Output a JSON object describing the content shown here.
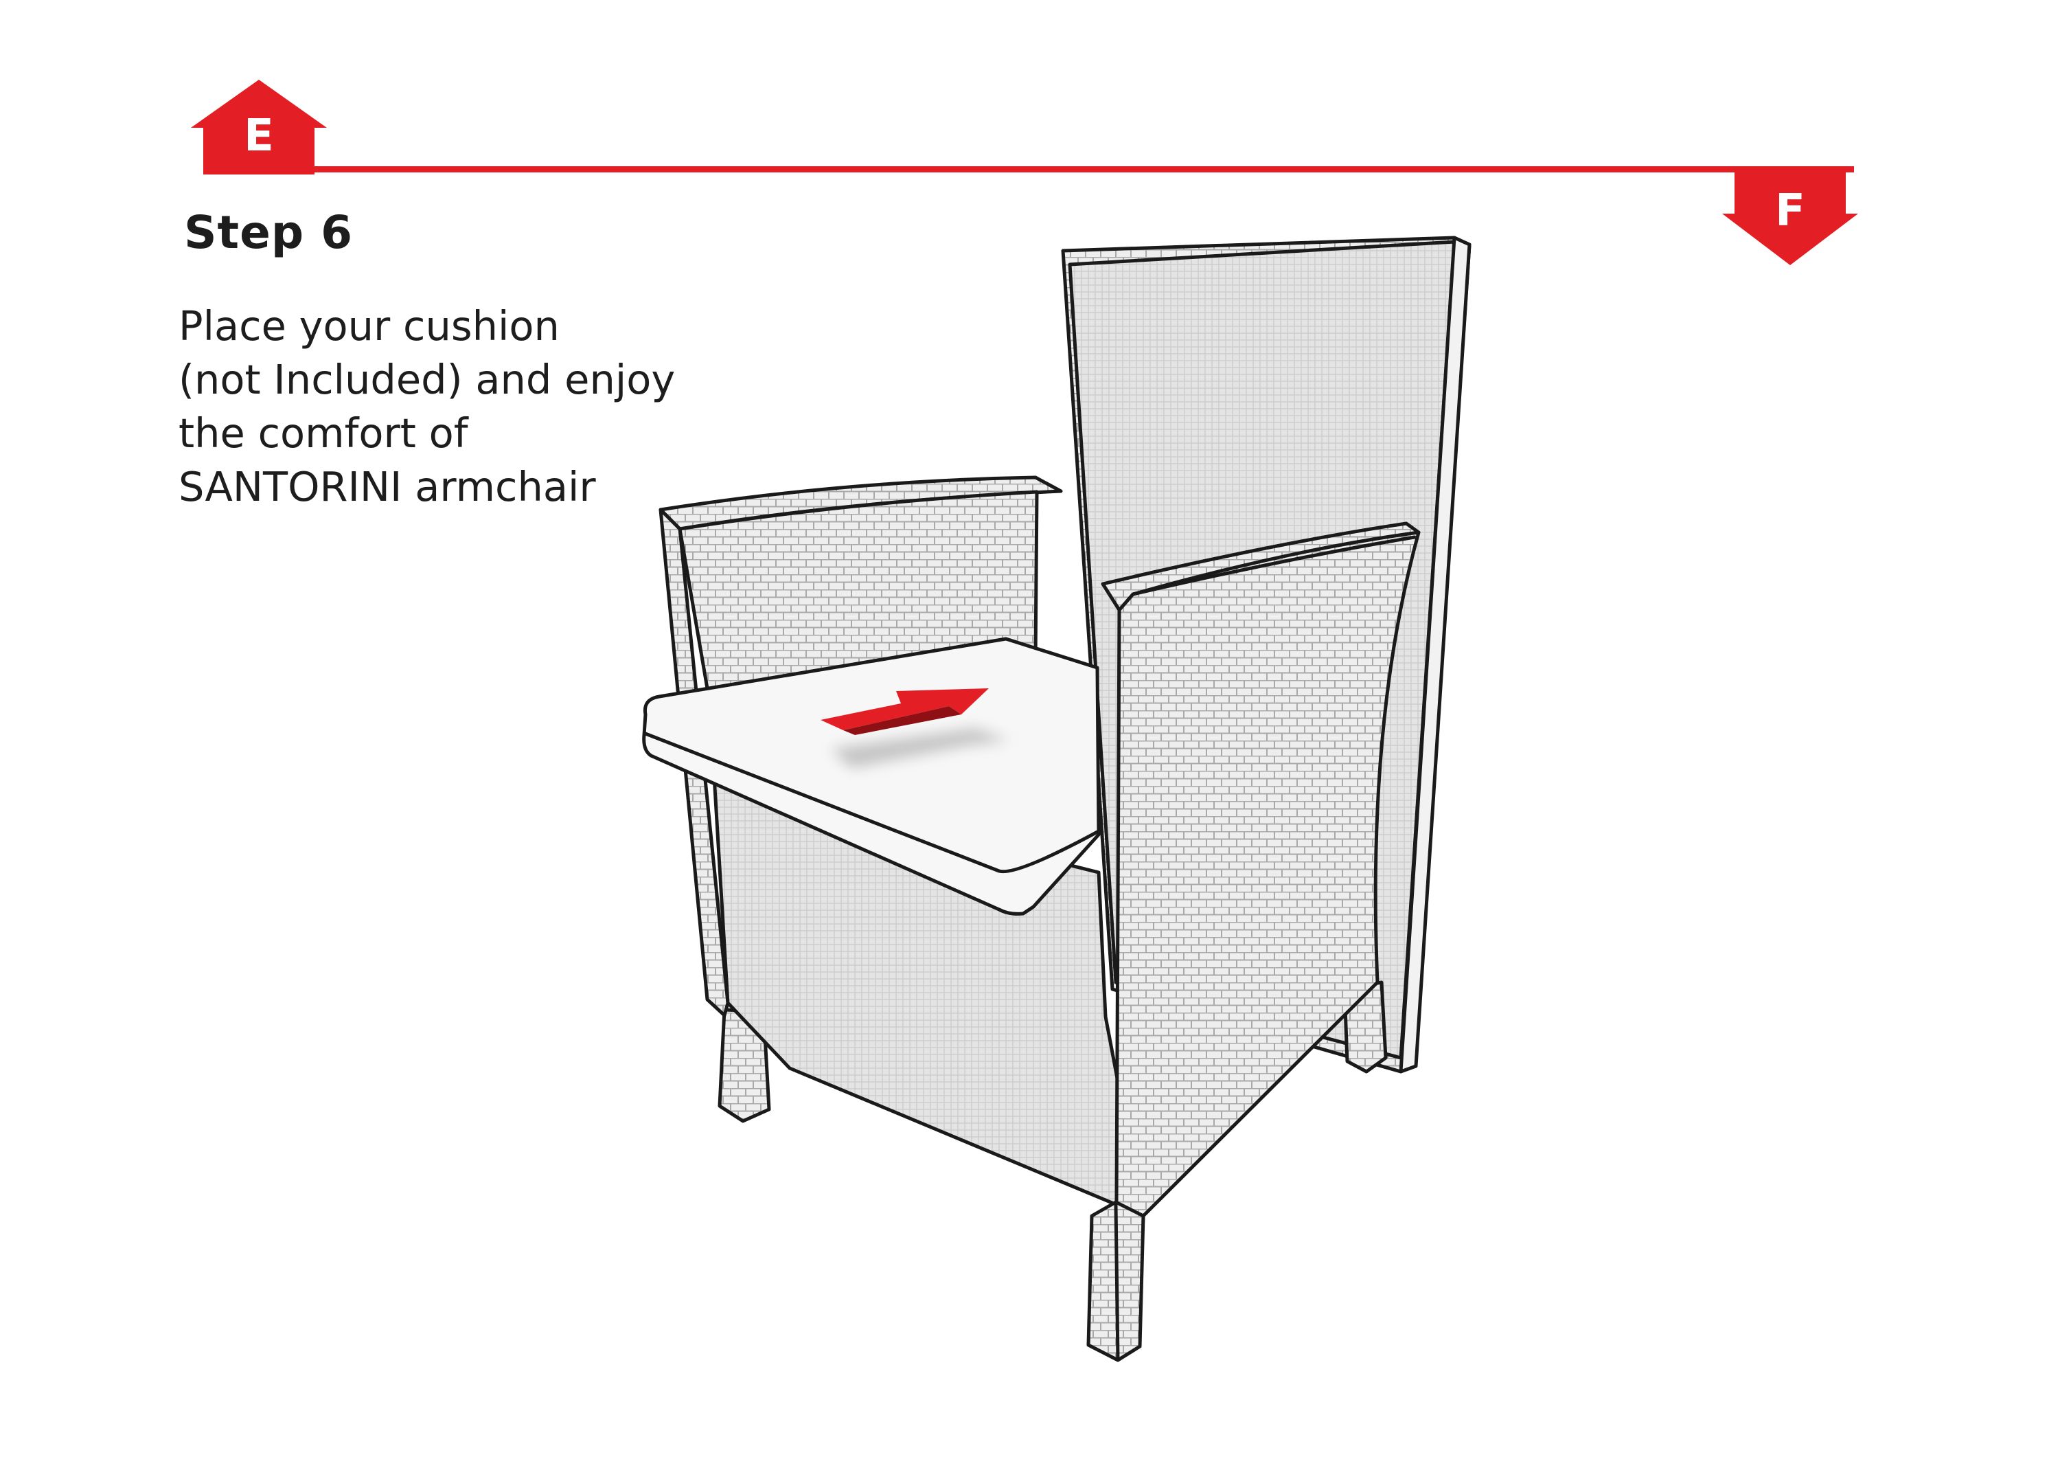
{
  "navigation": {
    "prev_marker": "E",
    "next_marker": "F",
    "accent_color": "#e31e24"
  },
  "step": {
    "title": "Step 6",
    "instruction_lines": [
      "Place your cushion",
      "(not Included) and enjoy",
      "the comfort of",
      "SANTORINI armchair"
    ]
  },
  "illustration": {
    "subject": "armchair-with-seat-cushion",
    "arrow_icon": "push-arrow-icon"
  }
}
